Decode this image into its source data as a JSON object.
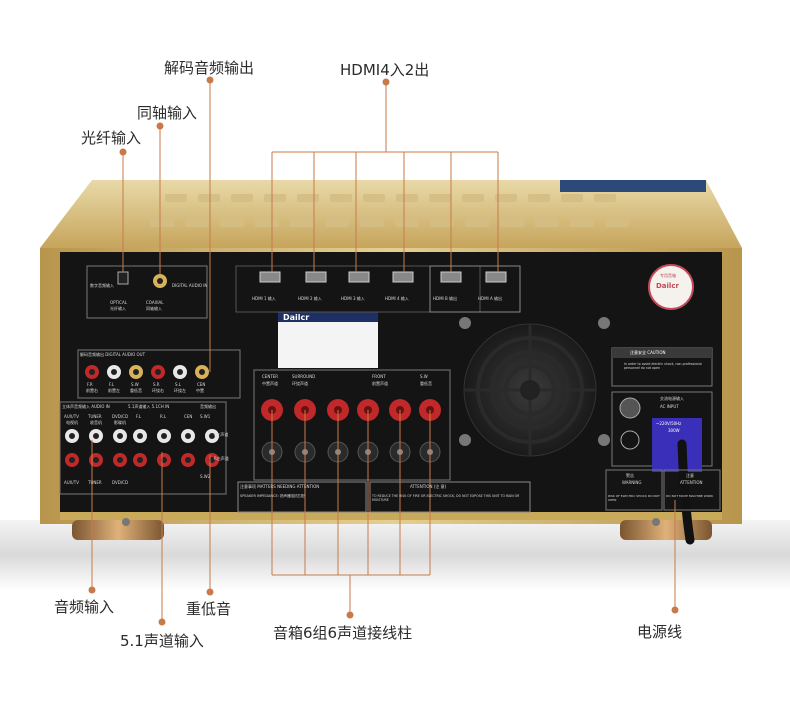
{
  "callouts": {
    "decoder_output": "解码音频输出",
    "hdmi": "HDMI4入2出",
    "coaxial_in": "同轴输入",
    "optical_in": "光纤输入",
    "audio_in": "音频输入",
    "subwoofer": "重低音",
    "ch51_in": "5.1声道输入",
    "speaker_terminals": "音箱6组6声道接线柱",
    "power_cord": "电源线"
  },
  "panel": {
    "brand": "Dailcr",
    "seal_brand": "Dailcr",
    "seal_top": "专用音箱",
    "optical_label": "OPTICAL",
    "optical_cn": "光纤输入",
    "coaxial_label": "COAXIAL",
    "coaxial_cn": "同轴输入",
    "digital_audio_in": "DIGITAL AUDIO IN",
    "digital_cn": "数字音频输入",
    "hdmi_ports": [
      "HDMI 1 输入",
      "HDMI 2 输入",
      "HDMI 3 输入",
      "HDMI 4 输入",
      "HDMI B 输出",
      "HDMI A 输出"
    ],
    "decoder_rca": [
      "F.R",
      "F.L",
      "S.W",
      "S.R",
      "S.L",
      "CEN"
    ],
    "decoder_rca_cn": [
      "前置右",
      "前置左",
      "重低音",
      "环绕右",
      "环绕左",
      "中置"
    ],
    "decoder_title": "解码音频输出 DIGITAL AUDIO OUT",
    "speaker_groups": [
      "CENTER",
      "SURROUND",
      "FRONT",
      "S.W"
    ],
    "speaker_groups_cn": [
      "中置声道",
      "环绕声道",
      "前置声道",
      "重低音"
    ],
    "audio_in_title": "立体声音频输入 AUDIO IN",
    "ch51_title": "5.1声道输入 5.1CH IN",
    "sw_out_title": "音频输出",
    "audio_in_cols": [
      "AUX/TV",
      "TUNER",
      "DVD/CD"
    ],
    "audio_in_cols_cn": [
      "电视机",
      "收音机",
      "影碟机"
    ],
    "ch51_cols": [
      "F.L",
      "R.L",
      "CEN"
    ],
    "sw_cols": [
      "S.W1",
      "S.W2"
    ],
    "lr_labels": [
      "L左声道",
      "R右声道"
    ],
    "notes_title": "注意事项 MATTERS NEEDING ATTENTION",
    "notes_text": "SPEAKER IMPEDANCE: 扬声器阻抗匹配",
    "attention_title": "ATTENTION (注 意)",
    "attention_text": "TO REDUCE THE RISK OF FIRE OR ELECTRIC SHOCK, DO NOT EXPOSE THIS UNIT TO RAIN OR MOISTURE",
    "caution_title": "注意安全 CAUTION",
    "caution_text": "In order to avoid electric shock, non-professional personnel do not open",
    "power_title": "交流电源输入",
    "power_subtitle": "AC INPUT",
    "power_spec": "~220V/50Hz",
    "power_watt": "300W",
    "warning_title": "警告",
    "warning_en": "WARNING",
    "warning_text": "RISK OF ELECTRIC SHOCK DO NOT OPEN",
    "attention2_title": "注意",
    "attention2_en": "ATTENTION",
    "attention2_text": "DO NOT MOVE MACHINE WORK"
  },
  "colors": {
    "gold": "#c9a95a",
    "panel_black": "#141414",
    "callout_line": "#c87a4a",
    "terminal_red": "#c0282a",
    "power_blue": "#3a2fb8"
  }
}
